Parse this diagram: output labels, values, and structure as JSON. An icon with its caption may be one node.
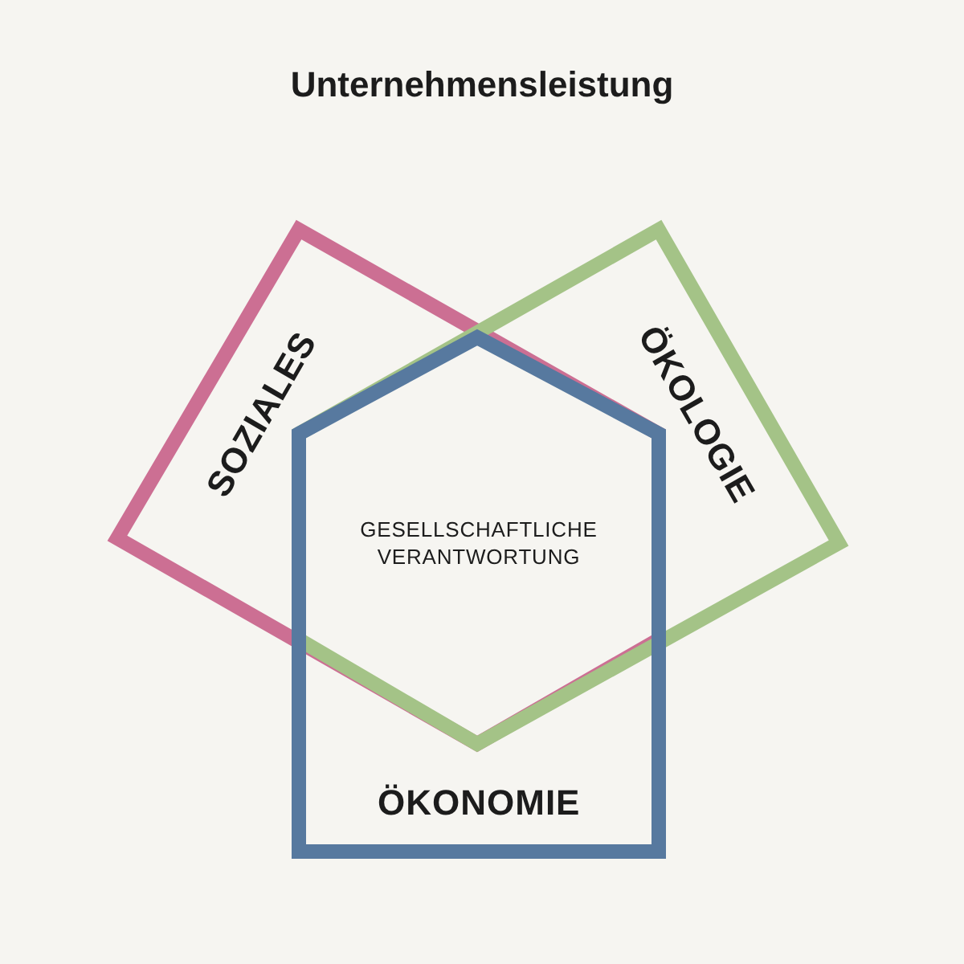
{
  "diagram": {
    "title": "Unternehmensleistung",
    "nodes": [
      {
        "text": [
          "SOZIALES"
        ]
      },
      {
        "text": [
          "ÖKOLOGIE"
        ]
      },
      {
        "text": [
          "ÖKONOMIE"
        ]
      }
    ],
    "labels": [
      "GESELLSCHAFTLICHE VERANTWORTUNG"
    ]
  }
}
